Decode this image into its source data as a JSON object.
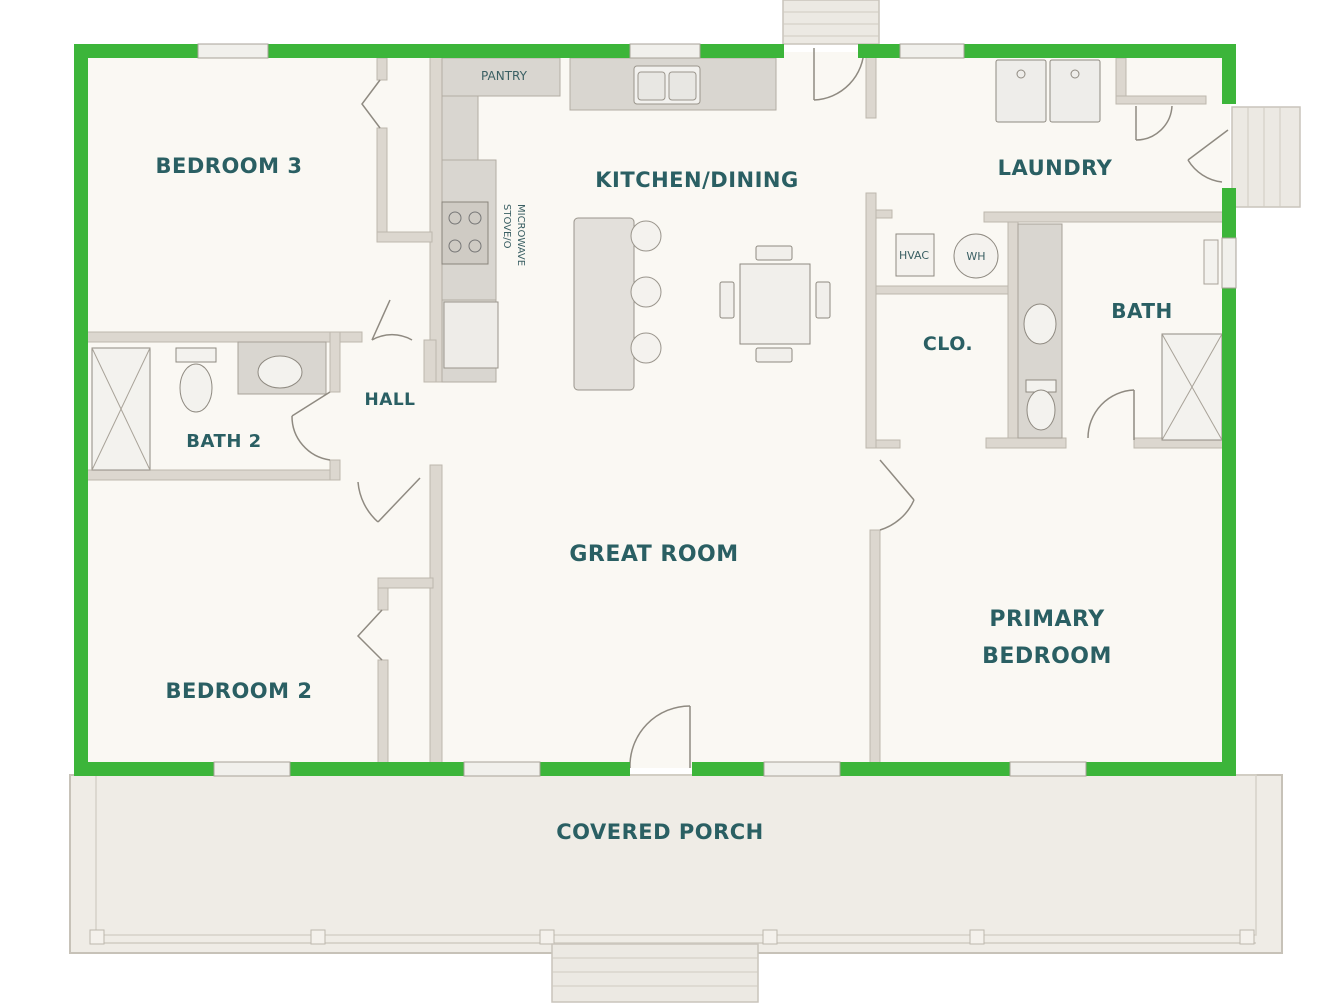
{
  "rooms": {
    "bedroom3": "BEDROOM 3",
    "kitchen_dining": "KITCHEN/DINING",
    "laundry": "LAUNDRY",
    "bath": "BATH",
    "clo": "CLO.",
    "hall": "HALL",
    "bath2": "BATH 2",
    "great_room": "GREAT ROOM",
    "primary_bedroom_line1": "PRIMARY",
    "primary_bedroom_line2": "BEDROOM",
    "bedroom2": "BEDROOM 2",
    "covered_porch": "COVERED PORCH"
  },
  "fixtures": {
    "pantry": "PANTRY",
    "stove_line1": "STOVE/O",
    "stove_line2": "MICROWAVE",
    "hvac": "HVAC",
    "wh": "WH"
  },
  "colors": {
    "exterior_wall": "#3cb53a",
    "interior_wall": "#d9d4cc",
    "floor": "#faf8f3",
    "porch": "#efece6",
    "label": "#2a5f63"
  }
}
